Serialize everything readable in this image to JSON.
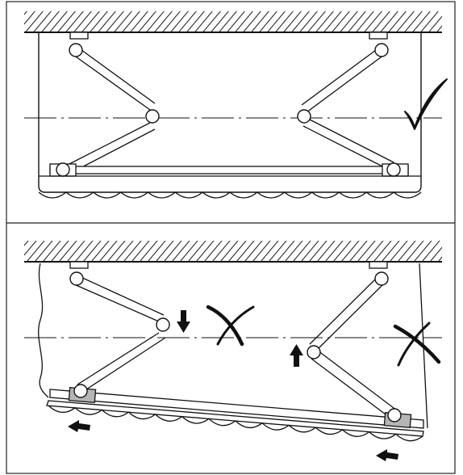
{
  "figure": {
    "panels": [
      {
        "name": "correct-adjustment",
        "verdict": "correct",
        "verdict_icon": "check-mark-icon"
      },
      {
        "name": "incorrect-adjustment",
        "verdict": "incorrect",
        "verdict_icons": [
          "cross-mark-icon",
          "cross-mark-icon"
        ],
        "movement_arrows": [
          "arrow-down-icon",
          "arrow-up-icon",
          "arrow-left-icon",
          "arrow-left-icon"
        ]
      }
    ],
    "colors": {
      "stroke": "#111111",
      "bracket_fill": "#ffffff",
      "bracket_fill_highlight": "#b5b5b5",
      "background": "#ffffff",
      "frame": "#222222"
    }
  }
}
